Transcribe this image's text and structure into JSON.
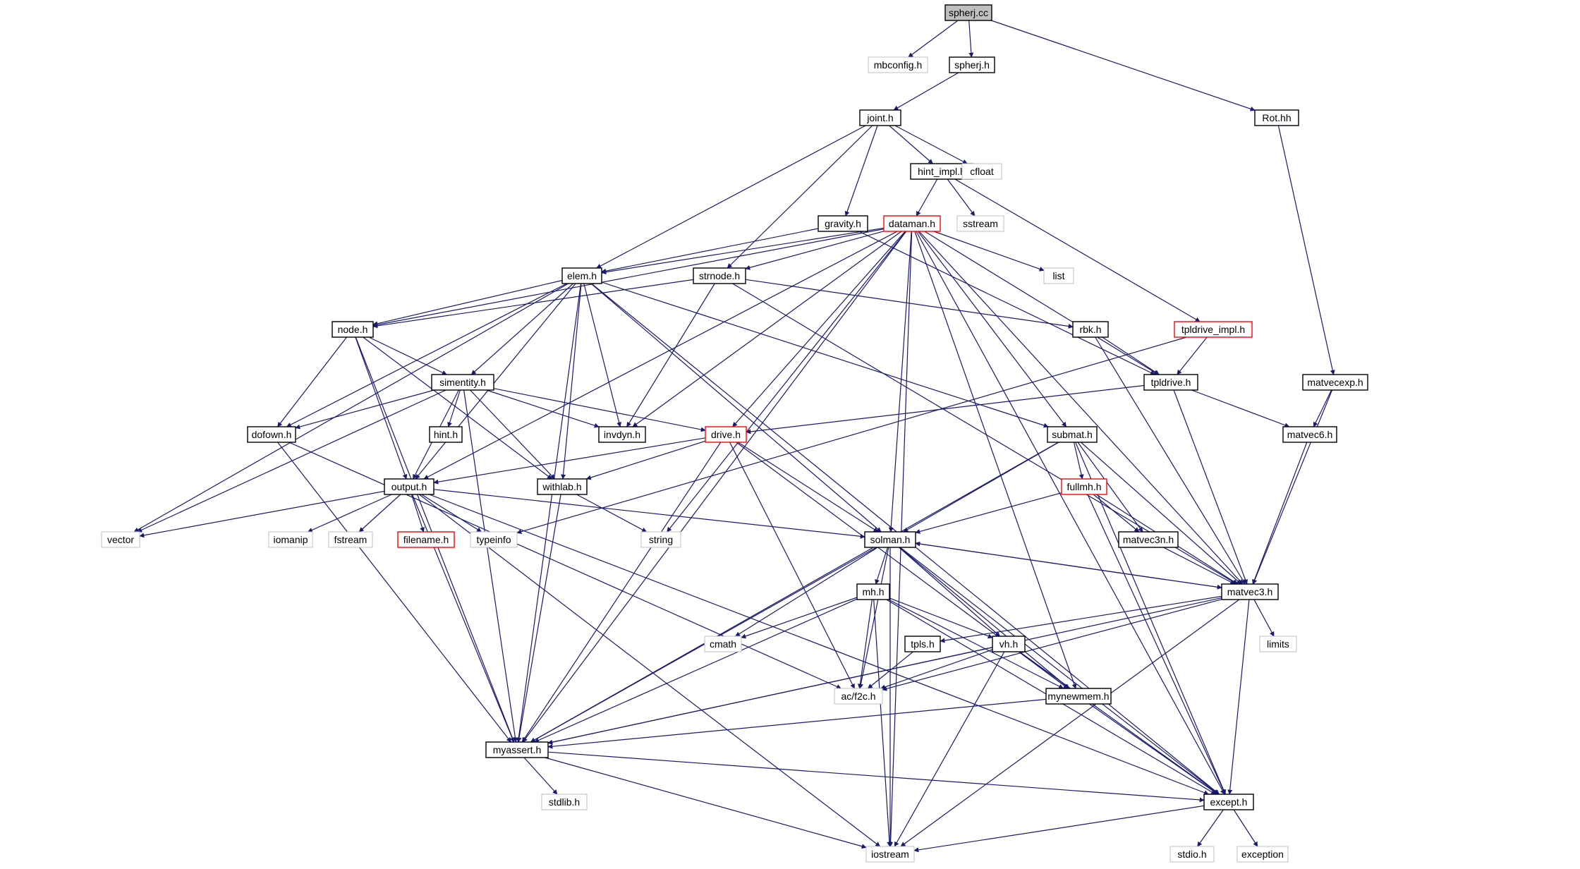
{
  "diagram": {
    "colors": {
      "edge": "#191970",
      "node_local_border": "#000000",
      "node_system_border": "#bfbfbf",
      "node_truncated_border": "#ff0000",
      "node_root_fill": "#bfbfbf",
      "node_fill": "#ffffff",
      "label_text": "#000000"
    },
    "nodes": [
      {
        "id": "spherj_cc",
        "label": "spherj.cc",
        "kind": "root"
      },
      {
        "id": "mbconfig_h",
        "label": "mbconfig.h",
        "kind": "system"
      },
      {
        "id": "spherj_h",
        "label": "spherj.h",
        "kind": "local"
      },
      {
        "id": "rot_hh",
        "label": "Rot.hh",
        "kind": "local"
      },
      {
        "id": "joint_h",
        "label": "joint.h",
        "kind": "local"
      },
      {
        "id": "hint_impl_h",
        "label": "hint_impl.h",
        "kind": "local"
      },
      {
        "id": "cfloat",
        "label": "cfloat",
        "kind": "system"
      },
      {
        "id": "gravity_h",
        "label": "gravity.h",
        "kind": "local"
      },
      {
        "id": "dataman_h",
        "label": "dataman.h",
        "kind": "truncated"
      },
      {
        "id": "sstream",
        "label": "sstream",
        "kind": "system"
      },
      {
        "id": "elem_h",
        "label": "elem.h",
        "kind": "local"
      },
      {
        "id": "strnode_h",
        "label": "strnode.h",
        "kind": "local"
      },
      {
        "id": "list",
        "label": "list",
        "kind": "system"
      },
      {
        "id": "node_h",
        "label": "node.h",
        "kind": "local"
      },
      {
        "id": "rbk_h",
        "label": "rbk.h",
        "kind": "local"
      },
      {
        "id": "tpldrive_impl_h",
        "label": "tpldrive_impl.h",
        "kind": "truncated"
      },
      {
        "id": "simentity_h",
        "label": "simentity.h",
        "kind": "local"
      },
      {
        "id": "tpldrive_h",
        "label": "tpldrive.h",
        "kind": "local"
      },
      {
        "id": "matvecexp_h",
        "label": "matvecexp.h",
        "kind": "local"
      },
      {
        "id": "dofown_h",
        "label": "dofown.h",
        "kind": "local"
      },
      {
        "id": "hint_h",
        "label": "hint.h",
        "kind": "local"
      },
      {
        "id": "invdyn_h",
        "label": "invdyn.h",
        "kind": "local"
      },
      {
        "id": "drive_h",
        "label": "drive.h",
        "kind": "truncated"
      },
      {
        "id": "submat_h",
        "label": "submat.h",
        "kind": "local"
      },
      {
        "id": "matvec6_h",
        "label": "matvec6.h",
        "kind": "local"
      },
      {
        "id": "output_h",
        "label": "output.h",
        "kind": "local"
      },
      {
        "id": "withlab_h",
        "label": "withlab.h",
        "kind": "local"
      },
      {
        "id": "fullmh_h",
        "label": "fullmh.h",
        "kind": "truncated"
      },
      {
        "id": "vector",
        "label": "vector",
        "kind": "system"
      },
      {
        "id": "iomanip",
        "label": "iomanip",
        "kind": "system"
      },
      {
        "id": "fstream",
        "label": "fstream",
        "kind": "system"
      },
      {
        "id": "filename_h",
        "label": "filename.h",
        "kind": "truncated"
      },
      {
        "id": "typeinfo",
        "label": "typeinfo",
        "kind": "system"
      },
      {
        "id": "string",
        "label": "string",
        "kind": "system"
      },
      {
        "id": "solman_h",
        "label": "solman.h",
        "kind": "local"
      },
      {
        "id": "matvec3n_h",
        "label": "matvec3n.h",
        "kind": "local"
      },
      {
        "id": "matvec3_h",
        "label": "matvec3.h",
        "kind": "local"
      },
      {
        "id": "mh_h",
        "label": "mh.h",
        "kind": "local"
      },
      {
        "id": "cmath",
        "label": "cmath",
        "kind": "system"
      },
      {
        "id": "tpls_h",
        "label": "tpls.h",
        "kind": "local"
      },
      {
        "id": "vh_h",
        "label": "vh.h",
        "kind": "local"
      },
      {
        "id": "limits",
        "label": "limits",
        "kind": "system"
      },
      {
        "id": "ac_f2c_h",
        "label": "ac/f2c.h",
        "kind": "system"
      },
      {
        "id": "mynewmem_h",
        "label": "mynewmem.h",
        "kind": "local"
      },
      {
        "id": "myassert_h",
        "label": "myassert.h",
        "kind": "local"
      },
      {
        "id": "stdlib_h",
        "label": "stdlib.h",
        "kind": "system"
      },
      {
        "id": "except_h",
        "label": "except.h",
        "kind": "local"
      },
      {
        "id": "iostream",
        "label": "iostream",
        "kind": "system"
      },
      {
        "id": "stdio_h",
        "label": "stdio.h",
        "kind": "system"
      },
      {
        "id": "exception",
        "label": "exception",
        "kind": "system"
      }
    ],
    "edges": [
      [
        "spherj_cc",
        "mbconfig_h"
      ],
      [
        "spherj_cc",
        "spherj_h"
      ],
      [
        "spherj_cc",
        "rot_hh"
      ],
      [
        "spherj_h",
        "joint_h"
      ],
      [
        "rot_hh",
        "matvecexp_h"
      ],
      [
        "joint_h",
        "hint_impl_h"
      ],
      [
        "joint_h",
        "cfloat"
      ],
      [
        "joint_h",
        "gravity_h"
      ],
      [
        "joint_h",
        "elem_h"
      ],
      [
        "joint_h",
        "strnode_h"
      ],
      [
        "hint_impl_h",
        "dataman_h"
      ],
      [
        "hint_impl_h",
        "sstream"
      ],
      [
        "hint_impl_h",
        "tpldrive_impl_h"
      ],
      [
        "gravity_h",
        "elem_h"
      ],
      [
        "gravity_h",
        "tpldrive_h"
      ],
      [
        "dataman_h",
        "elem_h"
      ],
      [
        "dataman_h",
        "strnode_h"
      ],
      [
        "dataman_h",
        "list"
      ],
      [
        "dataman_h",
        "node_h"
      ],
      [
        "dataman_h",
        "invdyn_h"
      ],
      [
        "dataman_h",
        "drive_h"
      ],
      [
        "dataman_h",
        "output_h"
      ],
      [
        "dataman_h",
        "string"
      ],
      [
        "dataman_h",
        "myassert_h"
      ],
      [
        "dataman_h",
        "solman_h"
      ],
      [
        "dataman_h",
        "submat_h"
      ],
      [
        "dataman_h",
        "tpldrive_h"
      ],
      [
        "dataman_h",
        "except_h"
      ],
      [
        "dataman_h",
        "mynewmem_h"
      ],
      [
        "dataman_h",
        "iostream"
      ],
      [
        "dataman_h",
        "matvec3_h"
      ],
      [
        "elem_h",
        "node_h"
      ],
      [
        "elem_h",
        "simentity_h"
      ],
      [
        "elem_h",
        "dofown_h"
      ],
      [
        "elem_h",
        "invdyn_h"
      ],
      [
        "elem_h",
        "withlab_h"
      ],
      [
        "elem_h",
        "output_h"
      ],
      [
        "elem_h",
        "vector"
      ],
      [
        "elem_h",
        "myassert_h"
      ],
      [
        "elem_h",
        "solman_h"
      ],
      [
        "elem_h",
        "submat_h"
      ],
      [
        "elem_h",
        "except_h"
      ],
      [
        "strnode_h",
        "node_h"
      ],
      [
        "strnode_h",
        "rbk_h"
      ],
      [
        "strnode_h",
        "invdyn_h"
      ],
      [
        "strnode_h",
        "matvec3_h"
      ],
      [
        "node_h",
        "simentity_h"
      ],
      [
        "node_h",
        "dofown_h"
      ],
      [
        "node_h",
        "output_h"
      ],
      [
        "node_h",
        "withlab_h"
      ],
      [
        "node_h",
        "myassert_h"
      ],
      [
        "rbk_h",
        "tpldrive_h"
      ],
      [
        "rbk_h",
        "matvec3_h"
      ],
      [
        "tpldrive_impl_h",
        "tpldrive_h"
      ],
      [
        "tpldrive_impl_h",
        "typeinfo"
      ],
      [
        "tpldrive_h",
        "drive_h"
      ],
      [
        "tpldrive_h",
        "matvec6_h"
      ],
      [
        "tpldrive_h",
        "matvec3_h"
      ],
      [
        "matvecexp_h",
        "matvec6_h"
      ],
      [
        "matvecexp_h",
        "matvec3_h"
      ],
      [
        "simentity_h",
        "dofown_h"
      ],
      [
        "simentity_h",
        "hint_h"
      ],
      [
        "simentity_h",
        "invdyn_h"
      ],
      [
        "simentity_h",
        "drive_h"
      ],
      [
        "simentity_h",
        "output_h"
      ],
      [
        "simentity_h",
        "withlab_h"
      ],
      [
        "simentity_h",
        "vector"
      ],
      [
        "simentity_h",
        "myassert_h"
      ],
      [
        "dofown_h",
        "myassert_h"
      ],
      [
        "dofown_h",
        "ac_f2c_h"
      ],
      [
        "drive_h",
        "output_h"
      ],
      [
        "drive_h",
        "withlab_h"
      ],
      [
        "drive_h",
        "solman_h"
      ],
      [
        "drive_h",
        "myassert_h"
      ],
      [
        "drive_h",
        "ac_f2c_h"
      ],
      [
        "drive_h",
        "mynewmem_h"
      ],
      [
        "submat_h",
        "fullmh_h"
      ],
      [
        "submat_h",
        "matvec3n_h"
      ],
      [
        "submat_h",
        "matvec3_h"
      ],
      [
        "submat_h",
        "solman_h"
      ],
      [
        "submat_h",
        "myassert_h"
      ],
      [
        "submat_h",
        "except_h"
      ],
      [
        "matvec6_h",
        "matvec3_h"
      ],
      [
        "output_h",
        "vector"
      ],
      [
        "output_h",
        "iomanip"
      ],
      [
        "output_h",
        "fstream"
      ],
      [
        "output_h",
        "filename_h"
      ],
      [
        "output_h",
        "typeinfo"
      ],
      [
        "output_h",
        "solman_h"
      ],
      [
        "output_h",
        "myassert_h"
      ],
      [
        "output_h",
        "iostream"
      ],
      [
        "output_h",
        "except_h"
      ],
      [
        "withlab_h",
        "string"
      ],
      [
        "withlab_h",
        "myassert_h"
      ],
      [
        "fullmh_h",
        "solman_h"
      ],
      [
        "fullmh_h",
        "matvec3n_h"
      ],
      [
        "fullmh_h",
        "matvec3_h"
      ],
      [
        "fullmh_h",
        "except_h"
      ],
      [
        "matvec3n_h",
        "matvec3_h"
      ],
      [
        "solman_h",
        "mh_h"
      ],
      [
        "solman_h",
        "cmath"
      ],
      [
        "solman_h",
        "vh_h"
      ],
      [
        "solman_h",
        "matvec3_h"
      ],
      [
        "solman_h",
        "ac_f2c_h"
      ],
      [
        "solman_h",
        "mynewmem_h"
      ],
      [
        "solman_h",
        "myassert_h"
      ],
      [
        "solman_h",
        "iostream"
      ],
      [
        "solman_h",
        "except_h"
      ],
      [
        "matvec3_h",
        "solman_h"
      ],
      [
        "matvec3_h",
        "tpls_h"
      ],
      [
        "matvec3_h",
        "limits"
      ],
      [
        "matvec3_h",
        "ac_f2c_h"
      ],
      [
        "matvec3_h",
        "myassert_h"
      ],
      [
        "matvec3_h",
        "iostream"
      ],
      [
        "matvec3_h",
        "except_h"
      ],
      [
        "mh_h",
        "cmath"
      ],
      [
        "mh_h",
        "vh_h"
      ],
      [
        "mh_h",
        "ac_f2c_h"
      ],
      [
        "mh_h",
        "mynewmem_h"
      ],
      [
        "mh_h",
        "myassert_h"
      ],
      [
        "mh_h",
        "iostream"
      ],
      [
        "mh_h",
        "except_h"
      ],
      [
        "tpls_h",
        "ac_f2c_h"
      ],
      [
        "vh_h",
        "ac_f2c_h"
      ],
      [
        "vh_h",
        "mynewmem_h"
      ],
      [
        "vh_h",
        "myassert_h"
      ],
      [
        "vh_h",
        "iostream"
      ],
      [
        "vh_h",
        "except_h"
      ],
      [
        "mynewmem_h",
        "myassert_h"
      ],
      [
        "mynewmem_h",
        "except_h"
      ],
      [
        "myassert_h",
        "stdlib_h"
      ],
      [
        "myassert_h",
        "iostream"
      ],
      [
        "myassert_h",
        "except_h"
      ],
      [
        "except_h",
        "iostream"
      ],
      [
        "except_h",
        "stdio_h"
      ],
      [
        "except_h",
        "exception"
      ]
    ]
  }
}
